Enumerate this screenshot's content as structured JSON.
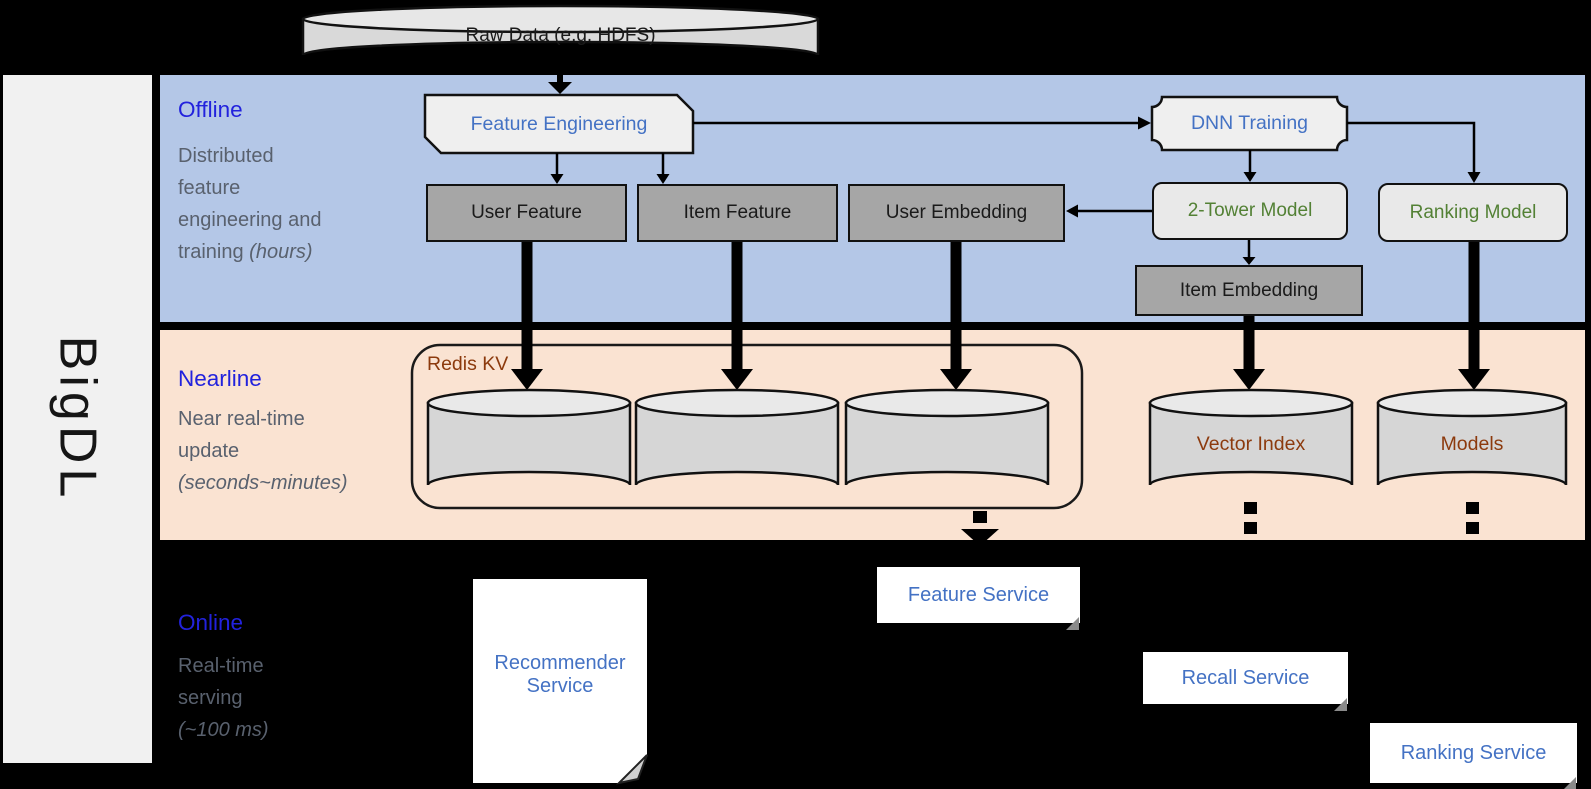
{
  "brand": {
    "name": "BigDL"
  },
  "raw_data": {
    "label": "Raw Data (e.g. HDFS)"
  },
  "sections": {
    "offline": {
      "title": "Offline",
      "description": "Distributed\nfeature\nengineering and\ntraining",
      "description_italic": " (hours)"
    },
    "nearline": {
      "title": "Nearline",
      "description": "Near real-time\nupdate",
      "description_italic": "(seconds~minutes)"
    },
    "online": {
      "title": "Online",
      "description": "Real-time\nserving",
      "description_italic": "(~100 ms)"
    }
  },
  "nodes": {
    "feature_engineering": {
      "label": "Feature Engineering"
    },
    "dnn_training": {
      "label": "DNN Training"
    },
    "user_feature": {
      "label": "User Feature"
    },
    "item_feature": {
      "label": "Item Feature"
    },
    "user_embedding": {
      "label": "User Embedding"
    },
    "two_tower_model": {
      "label": "2-Tower Model"
    },
    "ranking_model": {
      "label": "Ranking Model"
    },
    "item_embedding": {
      "label": "Item Embedding"
    }
  },
  "datastores": {
    "redis_kv": {
      "label": "Redis KV"
    },
    "vector_index": {
      "label": "Vector Index"
    },
    "models": {
      "label": "Models"
    }
  },
  "services": {
    "recommender": {
      "label": "Recommender Service"
    },
    "feature": {
      "label": "Feature Service"
    },
    "recall": {
      "label": "Recall Service"
    },
    "ranking": {
      "label": "Ranking Service"
    }
  },
  "colors": {
    "background": "#000000",
    "sidebar_fill": "#f1f1f1",
    "offline_band": "#b4c7e7",
    "nearline_band": "#fae3d2",
    "section_title_blue": "#2222dd",
    "muted_text": "#59616e",
    "link_text_blue": "#4472c4",
    "model_text_green": "#538135",
    "datastore_text_brown": "#8c3a0d",
    "gray_node_fill": "#a6a6a6",
    "light_node_fill": "#e9e9e9",
    "cylinder_fill": "#d6d6d6"
  }
}
